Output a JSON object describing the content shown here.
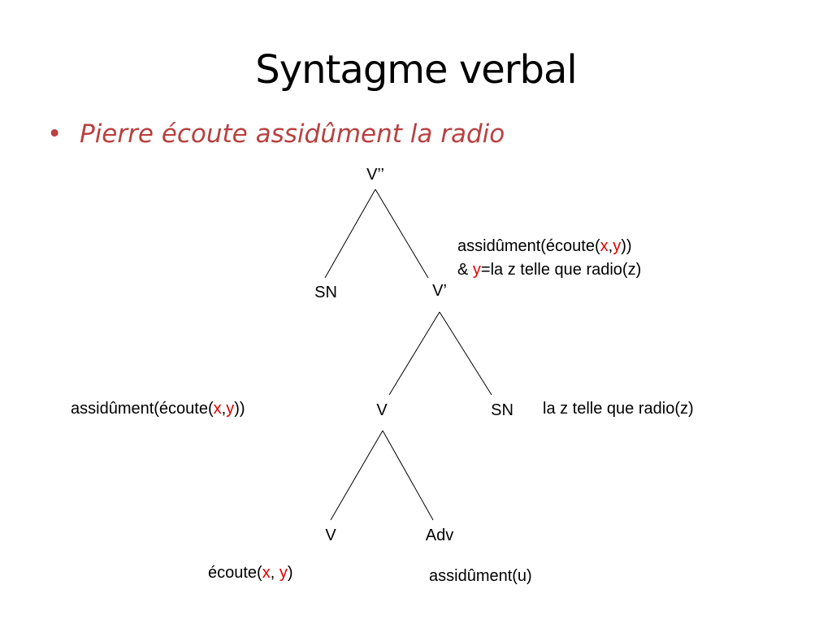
{
  "title": "Syntagme verbal",
  "bullet": {
    "symbol": "•",
    "text": "Pierre écoute assidûment la radio"
  },
  "colors": {
    "bullet_text": "#b94040",
    "variable": "#e00000",
    "ink": "#000000"
  },
  "tree": {
    "nodes": {
      "root": "V’’",
      "sn_subject": "SN",
      "v_bar": "V’",
      "v_head": "V",
      "sn_object": "SN",
      "v_lexical": "V",
      "adv": "Adv"
    },
    "annotations": {
      "v_bar_line1": {
        "a": "assidûment(écoute(",
        "x": "x",
        "comma": ",",
        "y": "y",
        "close": "))"
      },
      "v_bar_line2": {
        "amp": "& ",
        "y": "y",
        "rest": "=la z telle que radio(z)"
      },
      "v_head": {
        "a": "assidûment(écoute(",
        "x": "x",
        "comma": ",",
        "y": "y",
        "close": "))"
      },
      "sn_object": "la z telle que radio(z)",
      "v_lexical": {
        "a": "écoute(",
        "x": "x",
        "comma": ", ",
        "y": "y",
        "close": ")"
      },
      "adv": "assidûment(u)"
    }
  }
}
